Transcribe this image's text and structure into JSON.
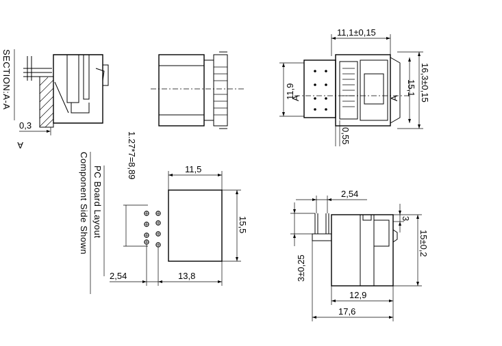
{
  "labels": {
    "section": "SECTION:A-A",
    "section_marker": "A",
    "pcb_line1": "PC Board Layout",
    "pcb_line2": "Component Side Shown",
    "pitch_formula": "1.27*7=8,89",
    "view_marker_left": "A",
    "view_marker_right": "A"
  },
  "dimensions": {
    "d_0_3": "0,3",
    "d_11_1": "11,1±0,15",
    "d_16_3": "16,3±0,15",
    "d_15_1": "15,1",
    "d_11_9": "11,9",
    "d_0_55": "0,55",
    "d_11_5": "11,5",
    "d_15_5": "15,5",
    "d_2_54_pcb": "2,54",
    "d_13_8": "13,8",
    "d_2_54_side": "2,54",
    "d_3": "3",
    "d_15_0_2": "15±0,2",
    "d_3_0_25": "3±0,25",
    "d_12_9": "12,9",
    "d_17_6": "17,6"
  }
}
